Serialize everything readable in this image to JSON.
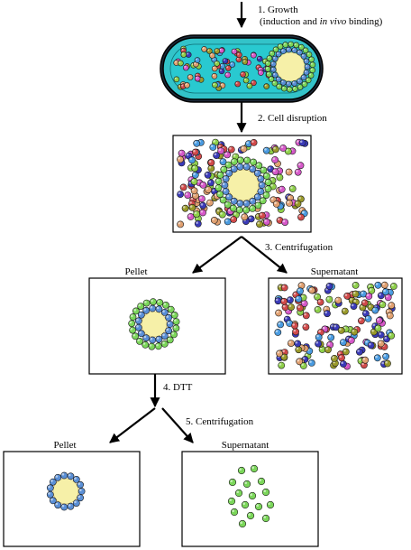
{
  "steps": {
    "growth_line1": "1. Growth",
    "growth_line2_prefix": "(induction and ",
    "growth_line2_italic": "in vivo",
    "growth_line2_suffix": " binding)",
    "cell_disruption": "2. Cell disruption",
    "centrifugation_1": "3. Centrifugation",
    "dtt": "4. DTT",
    "centrifugation_2": "5. Centrifugation"
  },
  "boxes": {
    "pellet_1": "Pellet",
    "supernatant_1": "Supernatant",
    "pellet_2": "Pellet",
    "supernatant_2": "Supernatant"
  },
  "colors": {
    "cell_fill": "#33c3c9",
    "cell_outline": "#000000",
    "globule_fill": "#f6f0a8",
    "binding_blue": "#5a8fd6",
    "bound_green": "#7bd65a",
    "protein_palette": [
      "#3a3ab8",
      "#d04a4a",
      "#d558c8",
      "#8ecf4a",
      "#e0a070",
      "#4a9be0",
      "#9a9a2a"
    ]
  }
}
